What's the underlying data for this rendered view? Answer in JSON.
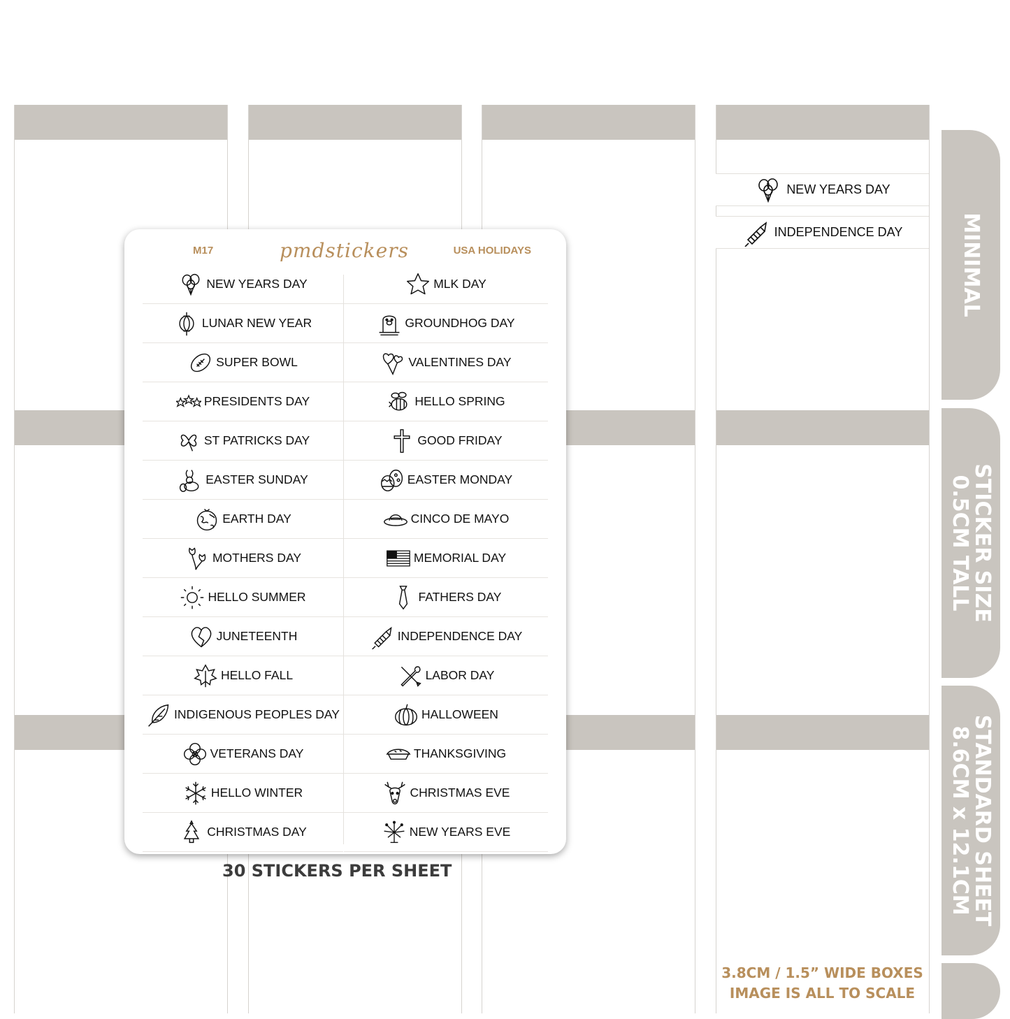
{
  "sheet": {
    "code": "M17",
    "brand": "pmdstickers",
    "set_name": "USA HOLIDAYS",
    "left_column": [
      {
        "label": "NEW YEARS DAY",
        "icon": "balloons-icon"
      },
      {
        "label": "LUNAR NEW YEAR",
        "icon": "lantern-icon"
      },
      {
        "label": "SUPER BOWL",
        "icon": "football-icon"
      },
      {
        "label": "PRESIDENTS DAY",
        "icon": "stars-icon"
      },
      {
        "label": "ST PATRICKS DAY",
        "icon": "clover-icon"
      },
      {
        "label": "EASTER SUNDAY",
        "icon": "bunny-icon"
      },
      {
        "label": "EARTH DAY",
        "icon": "globe-icon"
      },
      {
        "label": "MOTHERS DAY",
        "icon": "tulips-icon"
      },
      {
        "label": "HELLO SUMMER",
        "icon": "sun-icon"
      },
      {
        "label": "JUNETEENTH",
        "icon": "heart-icon"
      },
      {
        "label": "HELLO FALL",
        "icon": "leaf-icon"
      },
      {
        "label": "INDIGENOUS PEOPLES DAY",
        "icon": "feather-icon"
      },
      {
        "label": "VETERANS DAY",
        "icon": "poppy-icon"
      },
      {
        "label": "HELLO WINTER",
        "icon": "snowflake-icon"
      },
      {
        "label": "CHRISTMAS DAY",
        "icon": "tree-icon"
      }
    ],
    "right_column": [
      {
        "label": "MLK DAY",
        "icon": "star-icon"
      },
      {
        "label": "GROUNDHOG DAY",
        "icon": "groundhog-icon"
      },
      {
        "label": "VALENTINES DAY",
        "icon": "heart-balloons-icon"
      },
      {
        "label": "HELLO SPRING",
        "icon": "bee-icon"
      },
      {
        "label": "GOOD FRIDAY",
        "icon": "cross-icon"
      },
      {
        "label": "EASTER MONDAY",
        "icon": "eggs-icon"
      },
      {
        "label": "CINCO DE MAYO",
        "icon": "sombrero-icon"
      },
      {
        "label": "MEMORIAL DAY",
        "icon": "flag-icon"
      },
      {
        "label": "FATHERS DAY",
        "icon": "tie-icon"
      },
      {
        "label": "INDEPENDENCE DAY",
        "icon": "firework-rocket-icon"
      },
      {
        "label": "LABOR DAY",
        "icon": "tools-icon"
      },
      {
        "label": "HALLOWEEN",
        "icon": "pumpkin-icon"
      },
      {
        "label": "THANKSGIVING",
        "icon": "pie-icon"
      },
      {
        "label": "CHRISTMAS EVE",
        "icon": "reindeer-icon"
      },
      {
        "label": "NEW YEARS EVE",
        "icon": "fireworks-icon"
      }
    ]
  },
  "preview_strips": [
    {
      "label": "NEW YEARS DAY",
      "icon": "balloons-icon"
    },
    {
      "label": "INDEPENDENCE DAY",
      "icon": "firework-rocket-icon"
    }
  ],
  "tabs": {
    "minimal": "MINIMAL",
    "sticker_size_line1": "STICKER SIZE",
    "sticker_size_line2": "0.5CM TALL",
    "standard_sheet_line1": "STANDARD SHEET",
    "standard_sheet_line2": "8.6CM x 12.1CM"
  },
  "footer": {
    "per_sheet": "30 STICKERS PER SHEET",
    "scale_line1": "3.8CM / 1.5” WIDE BOXES",
    "scale_line2": "IMAGE IS ALL TO SCALE"
  },
  "colors": {
    "band": "#c9c5bf",
    "accent": "#b88f5c",
    "text": "#111111"
  }
}
